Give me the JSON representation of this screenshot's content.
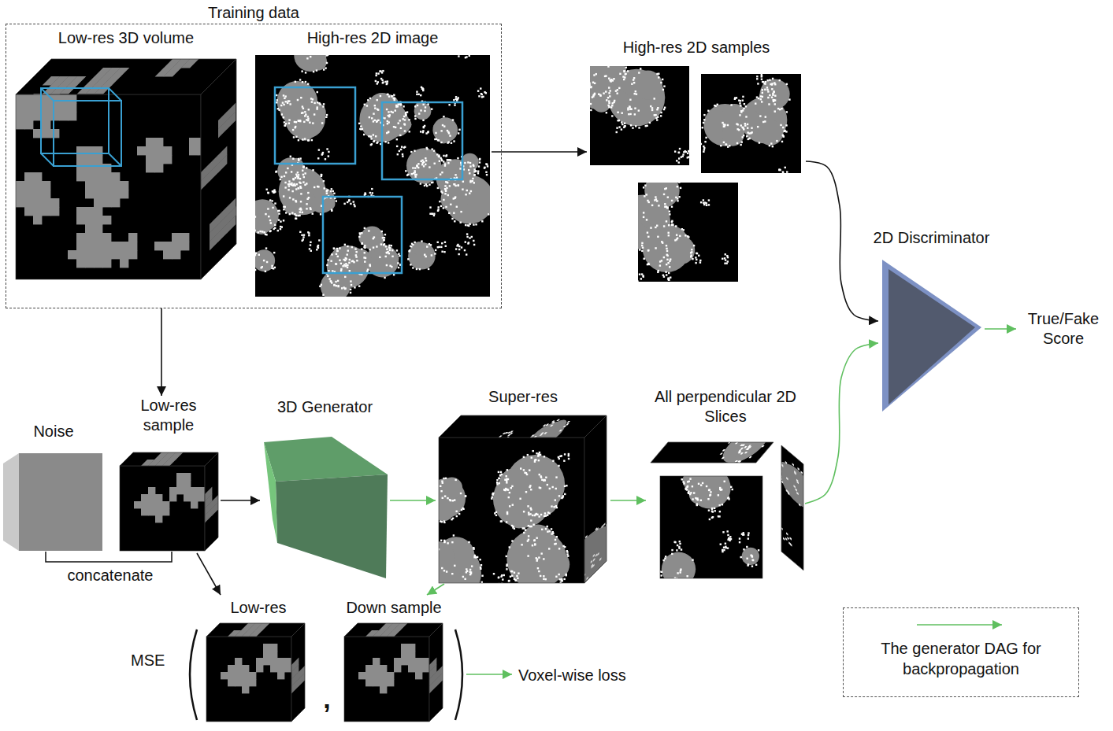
{
  "diagram": {
    "nodes": [
      {
        "text": [
          "Training data"
        ]
      },
      {
        "text": [
          "Low-res 3D volume"
        ],
        "in": 0
      },
      {
        "text": [
          "High-res 2D image"
        ],
        "in": 0
      },
      {
        "text": [
          "High-res 2D samples"
        ]
      },
      {
        "text": [
          "2D Discriminator"
        ]
      },
      {
        "text": [
          "True/Fake Score"
        ]
      },
      {
        "text": [
          "Noise"
        ]
      },
      {
        "text": [
          "Low-res sample"
        ]
      },
      {
        "text": [
          "3D Generator"
        ]
      },
      {
        "text": [
          "Super-res"
        ]
      },
      {
        "text": [
          "All perpendicular 2D Slices"
        ]
      },
      {
        "text": [
          "MSE"
        ]
      },
      {
        "text": [
          "Low-res"
        ],
        "in": 11
      },
      {
        "text": [
          "Down sample"
        ],
        "in": 11
      },
      {
        "text": [
          "Voxel-wise loss"
        ]
      }
    ],
    "edges": [
      {
        "from": 2,
        "to": 3,
        "arrow": "to"
      },
      {
        "from": 3,
        "to": 4,
        "arrow": "to"
      },
      {
        "from": 4,
        "to": 5,
        "arrow": "to"
      },
      {
        "from": 0,
        "to": 7,
        "arrow": "to"
      },
      {
        "from": 7,
        "to": 8,
        "arrow": "to"
      },
      {
        "from": 8,
        "to": 9,
        "arrow": "to"
      },
      {
        "from": 9,
        "to": 10,
        "arrow": "to"
      },
      {
        "from": 10,
        "to": 4,
        "arrow": "to"
      },
      {
        "from": 9,
        "to": 13,
        "arrow": "to"
      },
      {
        "from": 7,
        "to": 12,
        "arrow": "to"
      },
      {
        "from": 11,
        "to": 14,
        "arrow": "to"
      }
    ],
    "labels": [
      "concatenate",
      ","
    ],
    "legend": [
      {
        "text": "The generator DAG for backpropagation"
      }
    ]
  }
}
